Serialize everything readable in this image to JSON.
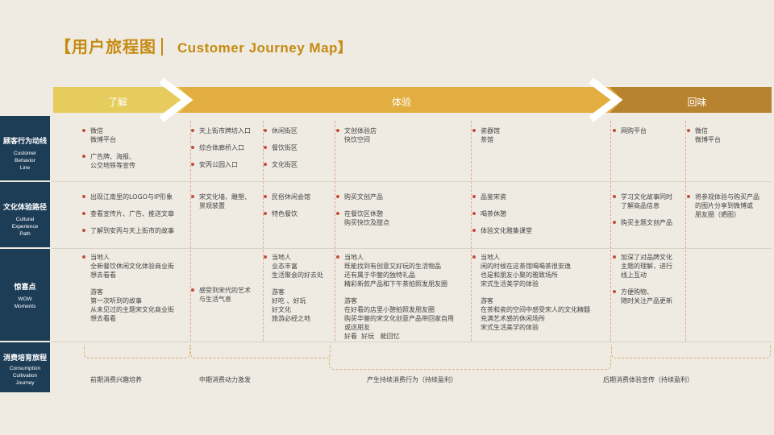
{
  "title": {
    "cn": "【用户旅程图",
    "en": "Customer Journey Map】"
  },
  "phases": [
    {
      "label": "了解",
      "color": "#e5cc5d"
    },
    {
      "label": "体验",
      "color": "#e2ae40"
    },
    {
      "label": "回味",
      "color": "#b8832e"
    }
  ],
  "rows": [
    {
      "cn": "顾客行为动线",
      "en": "Customer\nBehavior\nLine"
    },
    {
      "cn": "文化体验路径",
      "en": "Cultural\nExperience\nPath"
    },
    {
      "cn": "惊喜点",
      "en": "WOW\nMoments"
    },
    {
      "cn": "消费培育旅程",
      "en": "Consumption\nCultivation\nJourney"
    }
  ],
  "cells": {
    "r0": [
      [
        "微信\n微博平台",
        "广告牌、海报、\n公交地铁等宣传"
      ],
      [
        "天上街市牌坊入口",
        "综合体廊桥入口",
        "安丙公园入口"
      ],
      [
        "休闲街区",
        "餐饮街区",
        "文化街区"
      ],
      [
        "文创体验店\n快饮空间"
      ],
      [
        "瓷器馆\n茶馆"
      ],
      [
        "网购平台"
      ],
      [
        "微信\n微博平台"
      ]
    ],
    "r1": [
      [
        "出现江南里的LOGO与IP形象",
        "查看宣传片、广告、推送文章",
        "了解到安丙与天上街市的故事"
      ],
      [
        "宋文化墙、雕塑、\n景观装置"
      ],
      [
        "民俗休闲会馆",
        "特色餐饮"
      ],
      [
        "购买文创产品",
        "在餐饮区休憩\n购买快饮及甜点"
      ],
      [
        "品鉴宋瓷",
        "喝茶休憩",
        "体验文化雅集课堂"
      ],
      [
        "学习文化故事同时\n了解商品信息",
        "购买主题文创产品"
      ],
      [
        "将参观体验与购买产品\n的图片分享到微博或\n朋友圈（晒图）"
      ]
    ],
    "r2": [
      [
        "当地人\n全新餐饮休闲文化体验商业街\n想去看看",
        "游客\n第一次听到的故事\n从未见过的主题宋文化商业街\n想去看看"
      ],
      [
        "感受到宋代的艺术\n与生活气息"
      ],
      [
        "当地人\n业态丰富\n生活聚会的好去处",
        "游客\n好吃 、好玩\n好文化\n旅游必经之地"
      ],
      [
        "当地人\n既能找到有创意又好玩的生活物品\n还有属于华蓥的独特礼品\n精彩新款产品和下午茶拍照发朋友圈",
        "游客\n在好看的店里小憩拍照发朋友圈\n购买华蓥的宋文化创意产品带回家自用\n或送朋友\n好看  好玩   能回忆"
      ],
      [
        "当地人\n闲的时候在这茶馆喝喝茶很安逸\n也是和朋友小聚的雅致场所\n宋式生活美学的体验",
        "游客\n在茶和瓷的空间中感受宋人的文化精髓\n充满艺术感的休闲场所\n宋式生活美学的体验"
      ],
      [
        "加深了对品牌文化\n主题的理解，进行\n线上互动",
        "方便购物、\n随时关注产品更新"
      ],
      []
    ]
  },
  "stages": [
    "前期消费兴趣培养",
    "中期消费动力激发",
    "产生持续消费行为（持续盈利）",
    "后期消费体验宣传（持续盈利）"
  ]
}
